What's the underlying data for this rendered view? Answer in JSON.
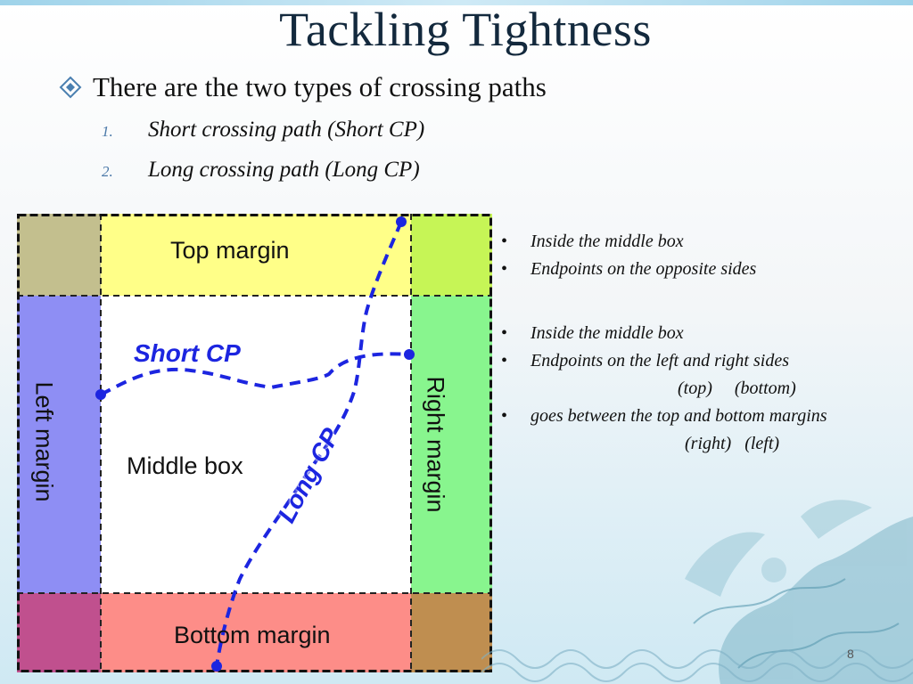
{
  "slide": {
    "title": "Tackling Tightness",
    "bullet": "There are the two types of crossing paths",
    "subitems": [
      {
        "num": "1.",
        "text": "Short crossing path (Short CP)"
      },
      {
        "num": "2.",
        "text": "Long crossing path (Long CP)"
      }
    ],
    "page_number": "8"
  },
  "diagram": {
    "top_margin": "Top margin",
    "bottom_margin": "Bottom margin",
    "left_margin": "Left margin",
    "right_margin": "Right margin",
    "middle_box": "Middle box",
    "short_cp": "Short CP",
    "long_cp": "Long CP",
    "colors": {
      "top_left": "#c3bf8e",
      "top": "#ffff88",
      "top_right": "#c6f556",
      "left": "#8e8ef4",
      "middle": "#ffffff",
      "right": "#88f58e",
      "bottom_left": "#c0508e",
      "bottom": "#fd8d88",
      "bottom_right": "#bf8e50",
      "path": "#1c25e0"
    }
  },
  "notes": {
    "group1": [
      "Inside the middle box",
      "Endpoints on the opposite sides"
    ],
    "group2": {
      "b1": "Inside the middle box",
      "b2": "Endpoints on the left and right sides",
      "b2_sub": "(top)     (bottom)",
      "b3": "goes between the top and bottom margins",
      "b3_sub": "(right)   (left)"
    }
  }
}
